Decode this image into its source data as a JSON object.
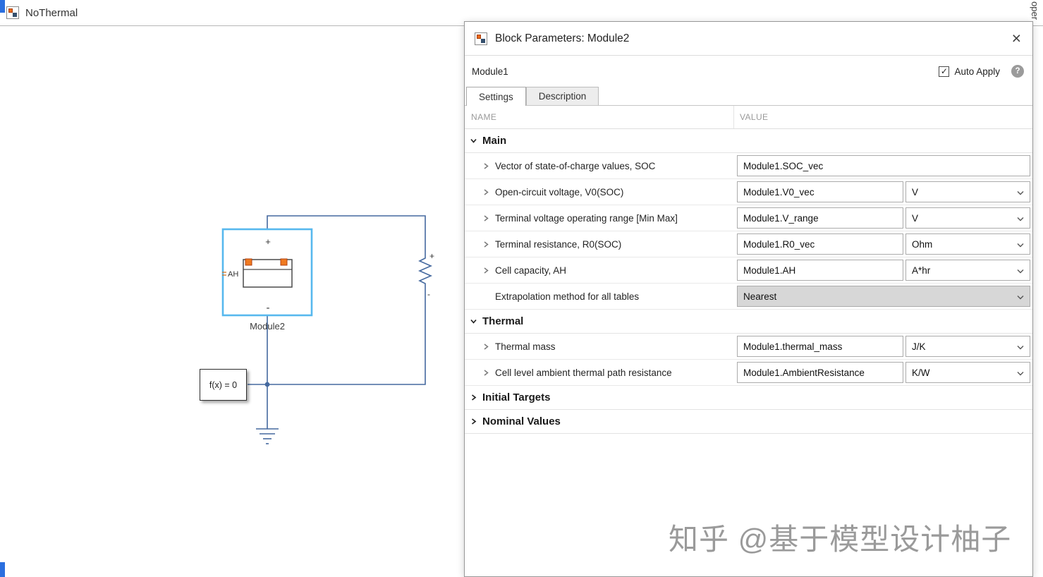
{
  "window": {
    "breadcrumb": "NoThermal",
    "side_tab": "oper",
    "icons": {
      "dropdown": "▼"
    }
  },
  "canvas": {
    "battery_label": "Module2",
    "battery_plus": "+",
    "battery_minus": "-",
    "battery_port": "AH",
    "resistor_plus": "+",
    "resistor_minus": "-",
    "solver_label": "f(x) = 0"
  },
  "dialog": {
    "title": "Block Parameters: Module2",
    "subtitle": "Module1",
    "auto_apply_label": "Auto Apply",
    "icons": {
      "close": "×",
      "check": "✓",
      "help": "?"
    },
    "tabs": [
      {
        "label": "Settings"
      },
      {
        "label": "Description"
      }
    ],
    "columns": {
      "name": "NAME",
      "value": "VALUE"
    },
    "sections": [
      {
        "label": "Main",
        "expanded": true,
        "rows": [
          {
            "name": "Vector of state-of-charge values, SOC",
            "value": "Module1.SOC_vec"
          },
          {
            "name": "Open-circuit voltage, V0(SOC)",
            "value": "Module1.V0_vec",
            "unit": "V"
          },
          {
            "name": "Terminal voltage operating range [Min Max]",
            "value": "Module1.V_range",
            "unit": "V"
          },
          {
            "name": "Terminal resistance, R0(SOC)",
            "value": "Module1.R0_vec",
            "unit": "Ohm"
          },
          {
            "name": "Cell capacity, AH",
            "value": "Module1.AH",
            "unit": "A*hr"
          },
          {
            "name": "Extrapolation method for all tables",
            "value": "Nearest"
          }
        ]
      },
      {
        "label": "Thermal",
        "expanded": true,
        "rows": [
          {
            "name": "Thermal mass",
            "value": "Module1.thermal_mass",
            "unit": "J/K"
          },
          {
            "name": "Cell level ambient thermal path resistance",
            "value": "Module1.AmbientResistance",
            "unit": "K/W"
          }
        ]
      },
      {
        "label": "Initial Targets",
        "expanded": false
      },
      {
        "label": "Nominal Values",
        "expanded": false
      }
    ],
    "watermark": "知乎 @基于模型设计柚子"
  }
}
